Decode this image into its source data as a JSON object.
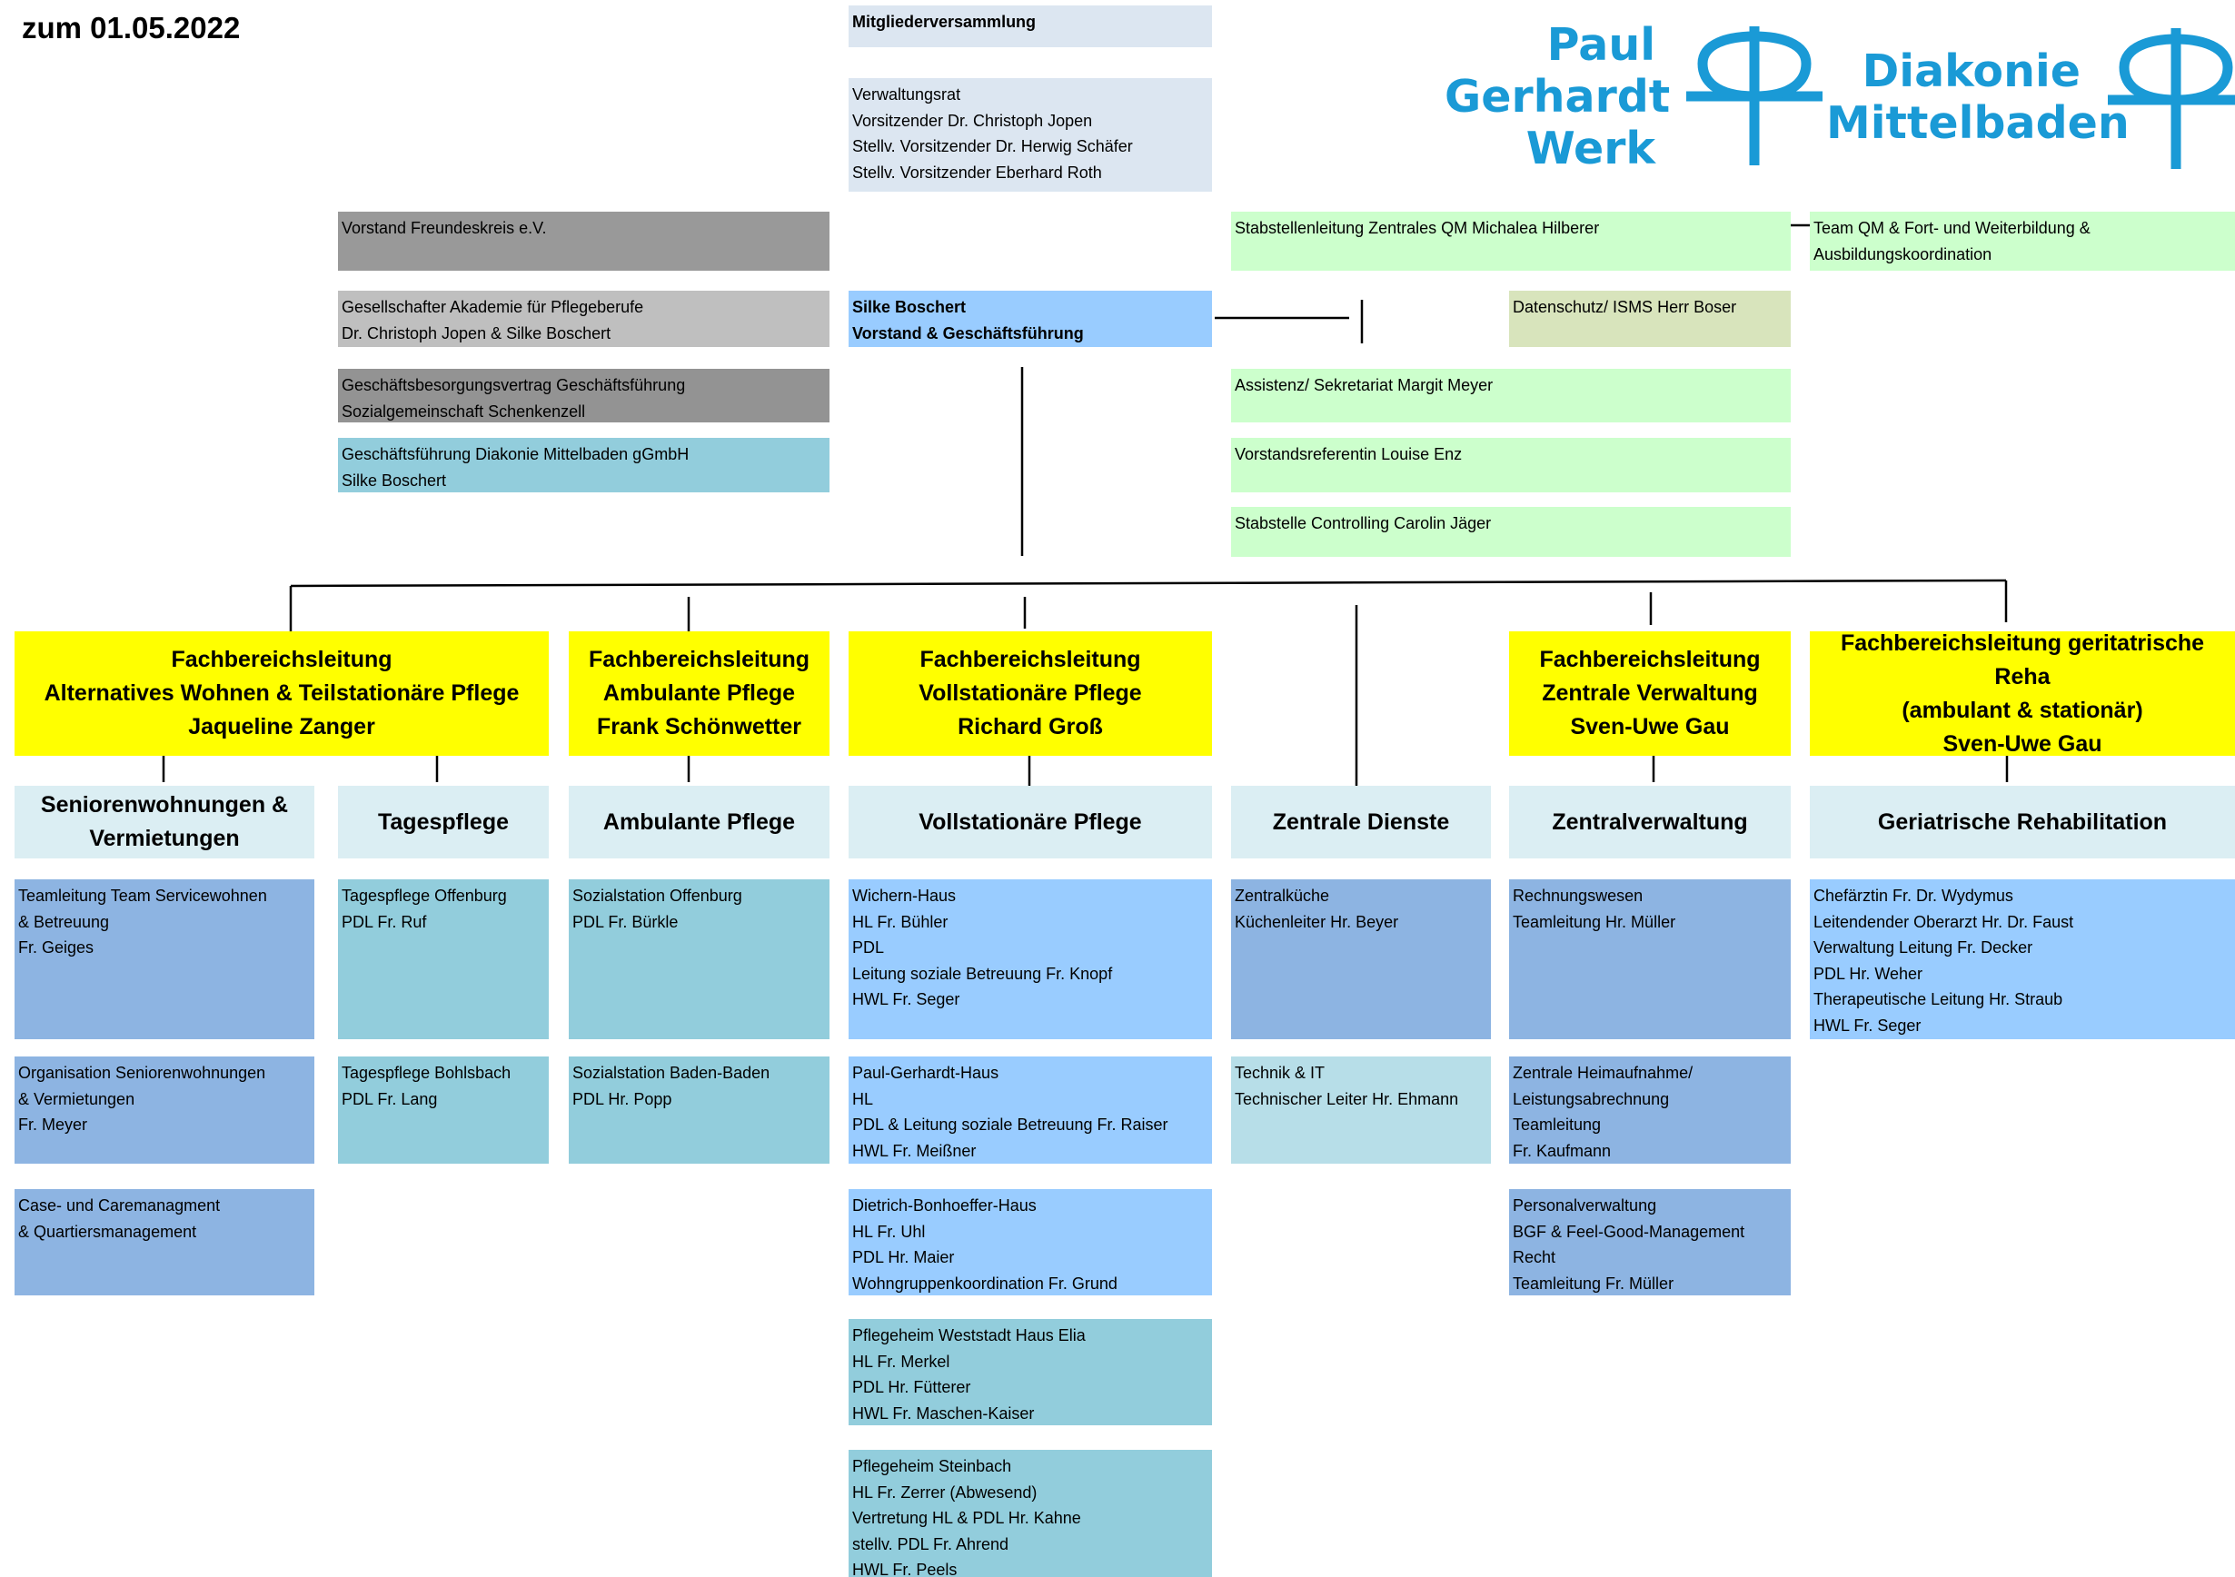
{
  "date_label": "zum 01.05.2022",
  "logos": {
    "pgw": [
      "Paul",
      "Gerhardt",
      "Werk"
    ],
    "dm": [
      "Diakonie",
      "Mittelbaden"
    ],
    "brand_color": "#1a9ad6",
    "pgw_icon": "diakonie-cross-icon",
    "dm_icon": "diakonie-cross-icon"
  },
  "governance": {
    "mitgliederversammlung": "Mitgliederversammlung",
    "verwaltungsrat": "Verwaltungsrat\nVorsitzender Dr. Christoph Jopen\nStellv. Vorsitzender Dr. Herwig Schäfer\nStellv. Vorsitzender Eberhard Roth",
    "vorstand": "Silke Boschert\nVorstand & Geschäftsführung"
  },
  "left_boxes": {
    "freundeskreis": "Vorstand Freundeskreis e.V.",
    "gesellschafter": "Gesellschafter Akademie für Pflegeberufe\nDr. Christoph Jopen & Silke Boschert",
    "geschaeftsbesorgung": "Geschäftsbesorgungsvertrag Geschäftsführung\nSozialgemeinschaft Schenkenzell",
    "diakonie_gf": "Geschäftsführung Diakonie Mittelbaden gGmbH\nSilke Boschert"
  },
  "staff": {
    "qm": "Stabstellenleitung Zentrales QM  Michalea Hilberer",
    "team_qm": "Team QM  & Fort- und Weiterbildung &\nAusbildungskoordination",
    "datenschutz": "Datenschutz/ ISMS Herr Boser",
    "assistenz": "Assistenz/ Sekretariat Margit Meyer",
    "referentin": "Vorstandsreferentin Louise Enz",
    "controlling": "Stabstelle Controlling Carolin Jäger"
  },
  "fachbereiche": {
    "alt_wohnen": "Fachbereichsleitung\nAlternatives Wohnen & Teilstationäre Pflege\nJaqueline Zanger",
    "ambulant": "Fachbereichsleitung\nAmbulante Pflege\nFrank Schönwetter",
    "vollstationaer": "Fachbereichsleitung\nVollstationäre Pflege\nRichard Groß",
    "verwaltung": "Fachbereichsleitung\nZentrale Verwaltung\nSven-Uwe Gau",
    "geriatrie": "Fachbereichsleitung geritatrische Reha\n(ambulant & stationär)\nSven-Uwe Gau"
  },
  "departments": {
    "senioren": "Seniorenwohnungen &\nVermietungen",
    "tagespflege": "Tagespflege",
    "ambulant": "Ambulante Pflege",
    "vollstationaer": "Vollstationäre Pflege",
    "zentrale_dienste": "Zentrale Dienste",
    "zentralverwaltung": "Zentralverwaltung",
    "geriatrie": "Geriatrische Rehabilitation"
  },
  "units": {
    "col1": [
      "Teamleitung Team Servicewohnen\n& Betreuung\nFr. Geiges",
      "Organisation Seniorenwohnungen\n& Vermietungen\nFr. Meyer",
      "Case- und Caremanagment\n& Quartiersmanagement"
    ],
    "col2": [
      "Tagespflege Offenburg\nPDL Fr. Ruf",
      "Tagespflege Bohlsbach\nPDL Fr. Lang"
    ],
    "col3": [
      "Sozialstation Offenburg\nPDL Fr. Bürkle",
      "Sozialstation Baden-Baden\nPDL Hr. Popp"
    ],
    "col4": [
      "Wichern-Haus\nHL Fr. Bühler\nPDL\nLeitung soziale Betreuung Fr. Knopf\nHWL Fr. Seger",
      "Paul-Gerhardt-Haus\nHL\nPDL & Leitung soziale Betreuung Fr. Raiser\nHWL Fr. Meißner",
      "Dietrich-Bonhoeffer-Haus\nHL Fr. Uhl\nPDL Hr. Maier\nWohngruppenkoordination Fr. Grund",
      "Pflegeheim Weststadt Haus Elia\nHL Fr. Merkel\nPDL Hr. Fütterer\nHWL Fr. Maschen-Kaiser",
      "Pflegeheim Steinbach\nHL Fr. Zerrer (Abwesend)\nVertretung HL & PDL Hr. Kahne\nstellv. PDL Fr. Ahrend\nHWL Fr. Peels"
    ],
    "col5": [
      "Zentralküche\nKüchenleiter Hr. Beyer",
      "Technik & IT\nTechnischer Leiter Hr. Ehmann"
    ],
    "col6": [
      "Rechnungswesen\nTeamleitung Hr. Müller",
      "Zentrale Heimaufnahme/\nLeistungsabrechnung\nTeamleitung\nFr. Kaufmann",
      "Personalverwaltung\nBGF & Feel-Good-Management\nRecht\nTeamleitung Fr. Müller"
    ],
    "col7": [
      "Chefärztin  Fr. Dr. Wydymus\nLeitendender Oberarzt Hr. Dr. Faust\nVerwaltung  Leitung Fr. Decker\nPDL Hr. Weher\nTherapeutische Leitung Hr. Straub\nHWL Fr. Seger"
    ]
  }
}
